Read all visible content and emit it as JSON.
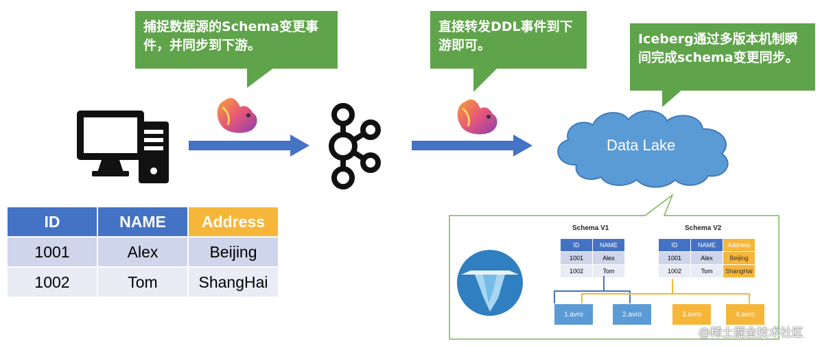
{
  "callouts": {
    "left": "捕捉数据源的Schema变更事件，并同步到下游。",
    "middle": "直接转发DDL事件到下游即可。",
    "right": "Iceberg通过多版本机制瞬间完成schema变更同步。"
  },
  "cloud_label": "Data Lake",
  "source_table": {
    "headers": [
      "ID",
      "NAME",
      "Address"
    ],
    "rows": [
      [
        "1001",
        "Alex",
        "Beijing"
      ],
      [
        "1002",
        "Tom",
        "ShangHai"
      ]
    ]
  },
  "schema_v1": {
    "title": "Schema V1",
    "headers": [
      "ID",
      "NAME"
    ],
    "rows": [
      [
        "1001",
        "Alex"
      ],
      [
        "1002",
        "Tom"
      ]
    ]
  },
  "schema_v2": {
    "title": "Schema V2",
    "headers": [
      "ID",
      "NAME",
      "Address"
    ],
    "rows": [
      [
        "1001",
        "Alex",
        "Beijing"
      ],
      [
        "1002",
        "Tom",
        "ShangHai"
      ]
    ]
  },
  "files": [
    "1.avro",
    "2.avro",
    "3.avro",
    "4.avro"
  ],
  "watermark": "@稀土掘金技术社区",
  "colors": {
    "callout": "#5fa34a",
    "arrow": "#4472c4",
    "header": "#4472c4",
    "address": "#f6b63a",
    "cloud": "#5b9bd5"
  }
}
